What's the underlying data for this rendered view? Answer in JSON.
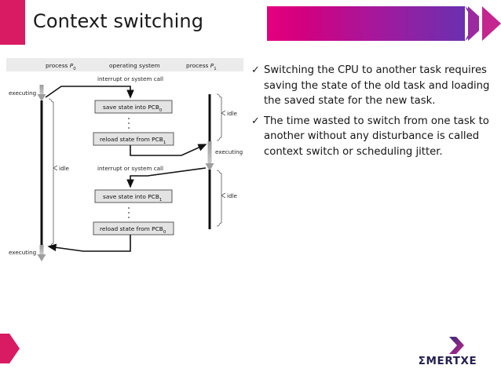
{
  "slide": {
    "title": "Context switching"
  },
  "bullets": [
    {
      "marker": "✓",
      "text": "Switching the CPU to another task requires saving the state of the old task and loading the saved state for the new task."
    },
    {
      "marker": "✓",
      "text": "The time wasted to switch from one task to another without any disturbance is called context switch or scheduling jitter."
    }
  ],
  "diagram": {
    "columns": [
      {
        "label_prefix": "process ",
        "label_italic": "P",
        "label_sub": "0"
      },
      {
        "label_prefix": "operating system",
        "label_italic": "",
        "label_sub": ""
      },
      {
        "label_prefix": "process ",
        "label_italic": "P",
        "label_sub": "1"
      }
    ],
    "headers": {
      "left": "process P0",
      "middle": "operating system",
      "right": "process P1"
    },
    "events": [
      "interrupt or system call",
      "interrupt or system call"
    ],
    "boxes": [
      {
        "text": "save state into PCB",
        "sub": "0"
      },
      {
        "text": "reload state from PCB",
        "sub": "1"
      },
      {
        "text": "save state into PCB",
        "sub": "1"
      },
      {
        "text": "reload state from PCB",
        "sub": "0"
      }
    ],
    "state_labels": {
      "executing_top_left": "executing",
      "idle_left": "idle",
      "executing_bottom_left": "executing",
      "idle_right_top": "idle",
      "executing_right": "executing",
      "idle_right_bottom": "idle"
    },
    "ellipsis": "⋮"
  },
  "footer": {
    "logo_text": "MERTXE",
    "logo_sigma": "Σ"
  },
  "colors": {
    "accent_pink": "#d81b63",
    "banner_pink": "#e4007f",
    "banner_purple": "#6a30b0",
    "logo_navy": "#231f4f",
    "diagram_header_band": "#ebebeb",
    "diagram_box_fill": "#e3e3e3"
  }
}
